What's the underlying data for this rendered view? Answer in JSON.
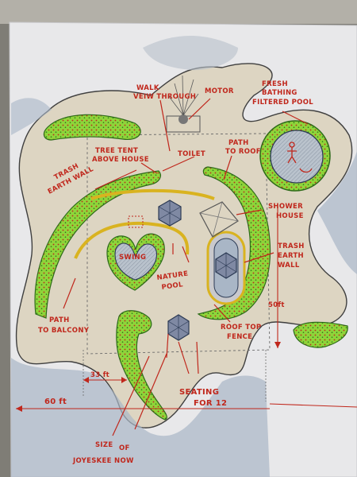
{
  "labels": {
    "walk_1": "WALK",
    "walk_2": "VEIW THROUGH",
    "motor": "MOTOR",
    "fresh_1": "FRESH",
    "fresh_2": "BATHING",
    "fresh_3": "FILTERED POOL",
    "tree_1": "TREE TENT",
    "tree_2": "ABOVE HOUSE",
    "toilet": "TOILET",
    "path_roof_1": "PATH",
    "path_roof_2": "TO ROOF",
    "trash_left_1": "TRASH",
    "trash_left_2": "EARTH WALL",
    "shower_1": "SHOWER",
    "shower_2": "HOUSE",
    "swing": "SWING",
    "nature_1": "NATURE",
    "nature_2": "POOL",
    "trash_right_1": "TRASH",
    "trash_right_2": "EARTH",
    "trash_right_3": "WALL",
    "path_balcony_1": "PATH",
    "path_balcony_2": "TO BALCONY",
    "fifty": "50ft",
    "roof_fence_1": "ROOF TOP",
    "roof_fence_2": "FENCE",
    "thirtythree": "33 ft",
    "sixty": "60 ft",
    "seating_1": "SEATING",
    "seating_2": "FOR 12",
    "size_1": "SIZE",
    "size_2": "OF",
    "size_3": "JOYESKEE NOW"
  }
}
